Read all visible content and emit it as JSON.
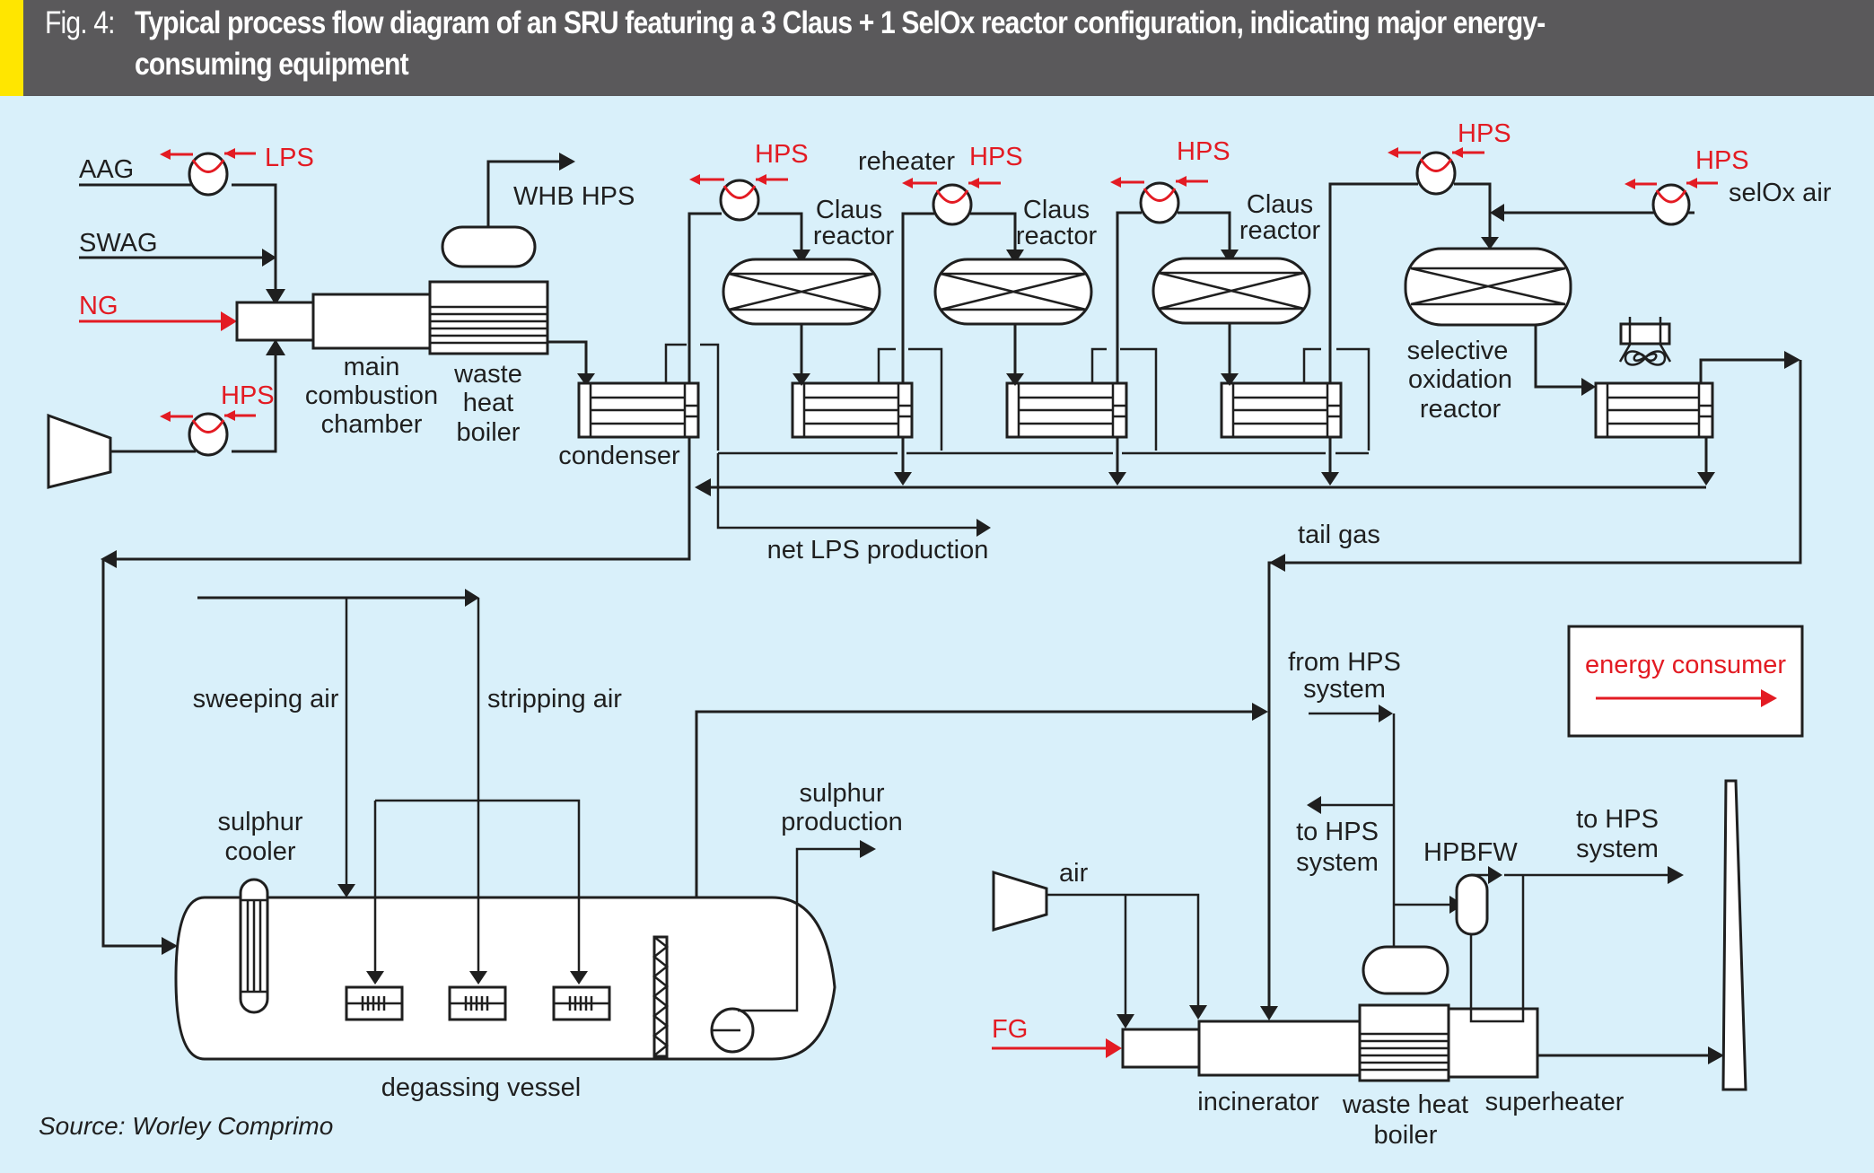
{
  "header": {
    "figure_number": "Fig. 4:",
    "title_line1": "Typical process flow diagram of an SRU featuring a 3 Claus + 1 SelOx reactor configuration, indicating major energy-",
    "title_line2": "consuming equipment",
    "accent_color": "#ffe600",
    "background_color": "#5a595b"
  },
  "colors": {
    "background": "#d9f0fa",
    "line": "#1f1f1f",
    "energy_consumer": "#e31b23"
  },
  "feeds": {
    "aag": "AAG",
    "swag": "SWAG",
    "ng": "NG",
    "lps": "LPS",
    "hps_air": "HPS",
    "whb_hps": "WHB HPS"
  },
  "equipment": {
    "main_combustion_chamber": [
      "main",
      "combustion",
      "chamber"
    ],
    "waste_heat_boiler": [
      "waste",
      "heat",
      "boiler"
    ],
    "condenser": "condenser",
    "claus_reactors": [
      {
        "line1": "Claus",
        "line2": "reactor"
      },
      {
        "line1": "Claus",
        "line2": "reactor"
      },
      {
        "line1": "Claus",
        "line2": "reactor"
      }
    ],
    "selective_oxidation_reactor": [
      "selective",
      "oxidation",
      "reactor"
    ],
    "sulphur_cooler": [
      "sulphur",
      "cooler"
    ],
    "degassing_vessel": "degassing vessel",
    "incinerator": "incinerator",
    "incinerator_waste_heat_boiler": [
      "waste heat",
      "boiler"
    ],
    "superheater": "superheater"
  },
  "reheaters": {
    "label": "reheater",
    "steam_labels": [
      "HPS",
      "HPS",
      "HPS",
      "HPS"
    ],
    "selox_air_steam": "HPS",
    "selox_air": "selOx air"
  },
  "streams": {
    "net_lps_production": "net LPS production",
    "tail_gas": "tail gas",
    "sweeping_air": "sweeping air",
    "stripping_air": "stripping air",
    "sulphur_production": [
      "sulphur",
      "production"
    ],
    "from_hps_system": [
      "from HPS",
      "system"
    ],
    "to_hps_system_left": [
      "to HPS",
      "system"
    ],
    "to_hps_system_right": [
      "to HPS",
      "system"
    ],
    "hpbfw": "HPBFW",
    "air": "air",
    "fg": "FG"
  },
  "legend": {
    "label": "energy consumer"
  },
  "source": "Source: Worley Comprimo"
}
